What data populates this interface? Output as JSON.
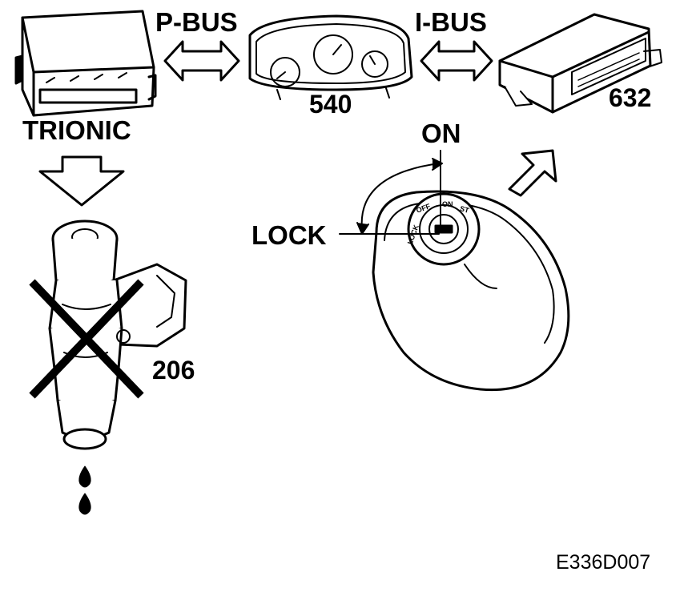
{
  "labels": {
    "p_bus": "P-BUS",
    "i_bus": "I-BUS",
    "trionic": "TRIONIC",
    "instrument_number": "540",
    "control_module_number": "632",
    "injector_number": "206",
    "on": "ON",
    "lock": "LOCK",
    "figure_code": "E336D007"
  },
  "ignition_scale": [
    "LOCK",
    "OFF",
    "ON",
    "ST"
  ],
  "colors": {
    "ink": "#000000",
    "paper": "#ffffff"
  }
}
